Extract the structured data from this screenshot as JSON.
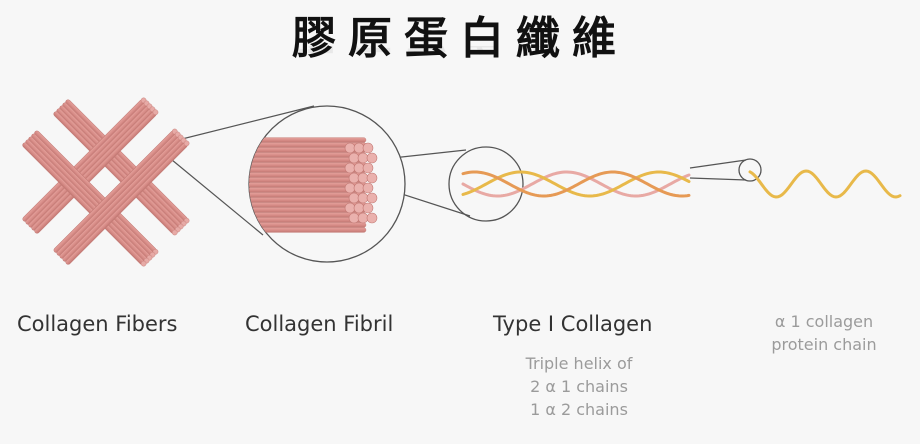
{
  "title": "膠原蛋白纖維",
  "labels": {
    "fibers": "Collagen Fibers",
    "fibril": "Collagen Fibril",
    "type1": "Type I Collagen",
    "alpha_line1": "α 1  collagen",
    "alpha_line2": "protein chain"
  },
  "type1_sub": {
    "line1": "Triple helix of",
    "line2": "2 α 1  chains",
    "line3": "1 α 2  chains"
  },
  "colors": {
    "fiber": "#d9908c",
    "fiber_dark": "#c27873",
    "helix_pink": "#e8a9a4",
    "helix_yellow": "#e8b94a",
    "helix_orange": "#e69a55",
    "outline": "#555555"
  }
}
